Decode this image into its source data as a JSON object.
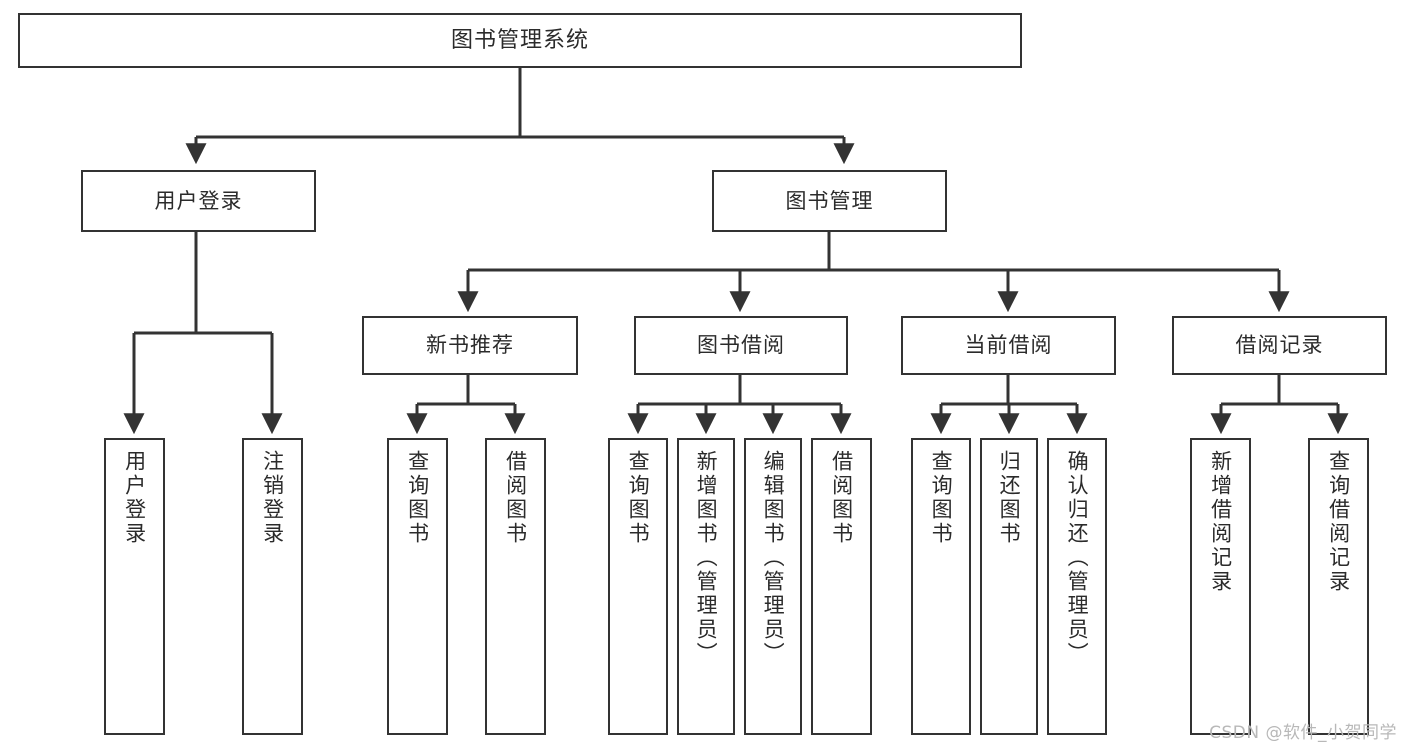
{
  "diagram": {
    "type": "tree",
    "title": "图书管理系统",
    "watermark": "CSDN @软件_小贺同学",
    "colors": {
      "box_border": "#333333",
      "box_fill": "#ffffff",
      "connector": "#333333",
      "text": "#2b2b2b",
      "watermark": "#b8b8b8",
      "background": "#ffffff"
    },
    "levels": {
      "root": {
        "label": "图书管理系统"
      },
      "level2": [
        {
          "label": "用户登录"
        },
        {
          "label": "图书管理"
        }
      ],
      "level3": [
        {
          "label": "新书推荐"
        },
        {
          "label": "图书借阅"
        },
        {
          "label": "当前借阅"
        },
        {
          "label": "借阅记录"
        }
      ],
      "leaves": [
        {
          "label": "用户登录",
          "parent": "用户登录"
        },
        {
          "label": "注销登录",
          "parent": "用户登录"
        },
        {
          "label": "查询图书",
          "parent": "新书推荐"
        },
        {
          "label": "借阅图书",
          "parent": "新书推荐"
        },
        {
          "label": "查询图书",
          "parent": "图书借阅"
        },
        {
          "label": "新增图书（管理员）",
          "parent": "图书借阅"
        },
        {
          "label": "编辑图书（管理员）",
          "parent": "图书借阅"
        },
        {
          "label": "借阅图书",
          "parent": "图书借阅"
        },
        {
          "label": "查询图书",
          "parent": "当前借阅"
        },
        {
          "label": "归还图书",
          "parent": "当前借阅"
        },
        {
          "label": "确认归还（管理员）",
          "parent": "当前借阅"
        },
        {
          "label": "新增借阅记录",
          "parent": "借阅记录"
        },
        {
          "label": "查询借阅记录",
          "parent": "借阅记录"
        }
      ]
    }
  }
}
